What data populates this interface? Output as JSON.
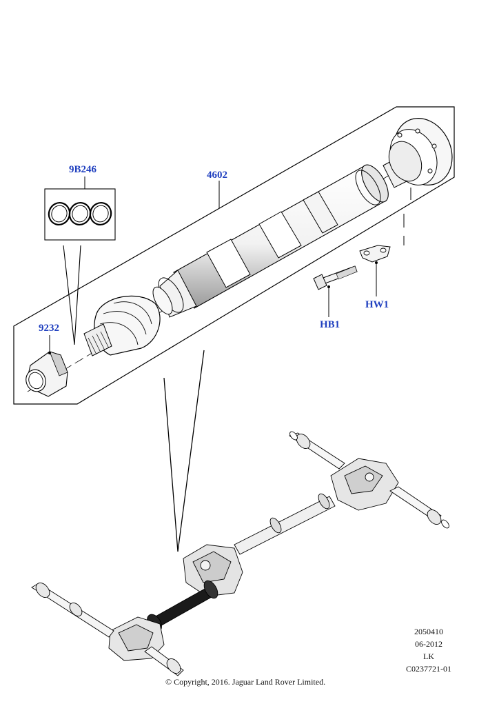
{
  "callouts": {
    "seal_rings": "9B246",
    "propshaft": "4602",
    "nut": "9232",
    "bolt": "HB1",
    "washer": "HW1"
  },
  "drawing_info": {
    "number": "2050410",
    "date": "06-2012",
    "region": "LK",
    "reference": "C0237721-01"
  },
  "copyright": "© Copyright, 2016. Jaguar Land Rover Limited.",
  "colors": {
    "callout_text": "#1f3fbf",
    "line": "#000000",
    "part_fill": "#ffffff",
    "shade": "#b0b0b0"
  }
}
